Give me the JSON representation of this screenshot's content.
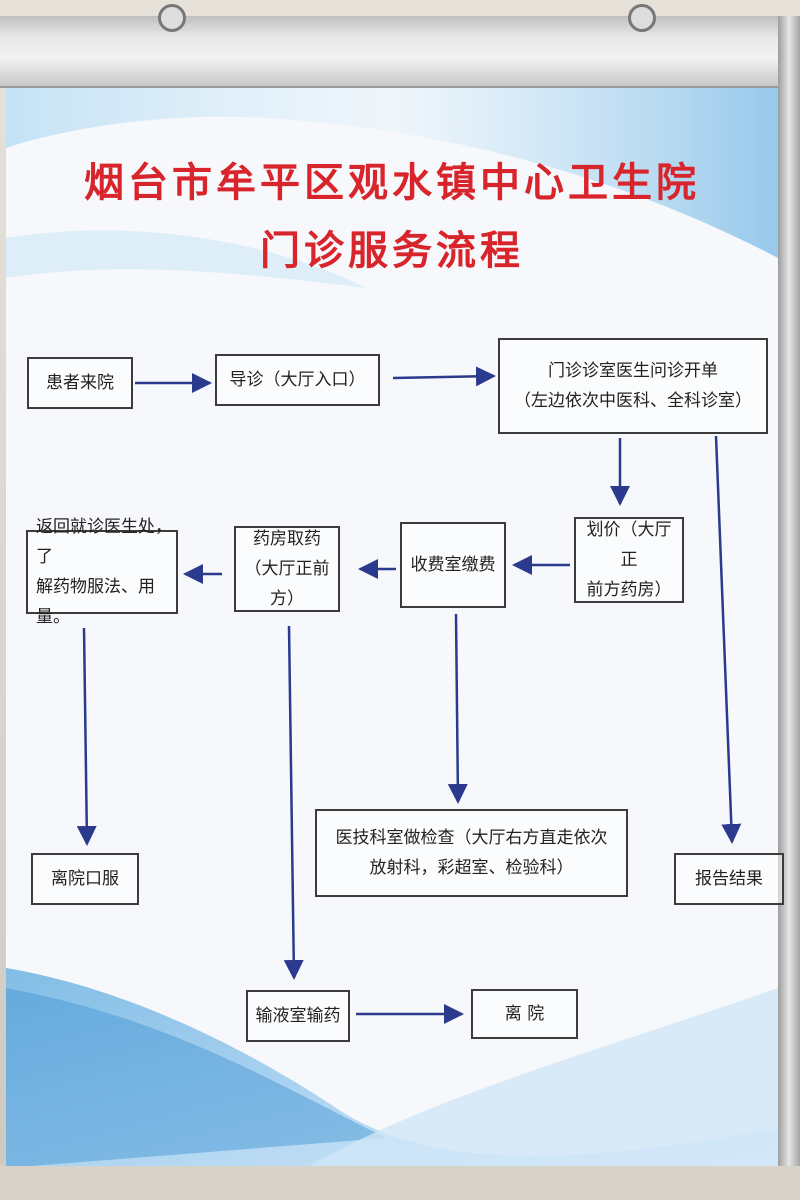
{
  "title": {
    "line1": "烟台市牟平区观水镇中心卫生院",
    "line2": "门诊服务流程"
  },
  "nodes": {
    "patient_arrive": "患者来院",
    "guide": "导诊（大厅入口）",
    "clinic_line1": "门诊诊室医生问诊开单",
    "clinic_line2": "（左边依次中医科、全科诊室）",
    "pricing_line1": "划价（大厅正",
    "pricing_line2": "前方药房）",
    "payment": "收费室缴费",
    "pharmacy_line1": "药房取药",
    "pharmacy_line2": "（大厅正前方）",
    "return_line1": "返回就诊医生处，了",
    "return_line2": "解药物服法、用量。",
    "oral_meds": "离院口服",
    "exam_line1": "医技科室做检查（大厅右方直走依次",
    "exam_line2": "放射科，彩超室、检验科）",
    "report": "报告结果",
    "infusion": "输液室输药",
    "leave": "离  院"
  },
  "colors": {
    "title": "#d8242b",
    "arrow": "#2b3a8c",
    "wave_blue": "#4f9fd8"
  }
}
